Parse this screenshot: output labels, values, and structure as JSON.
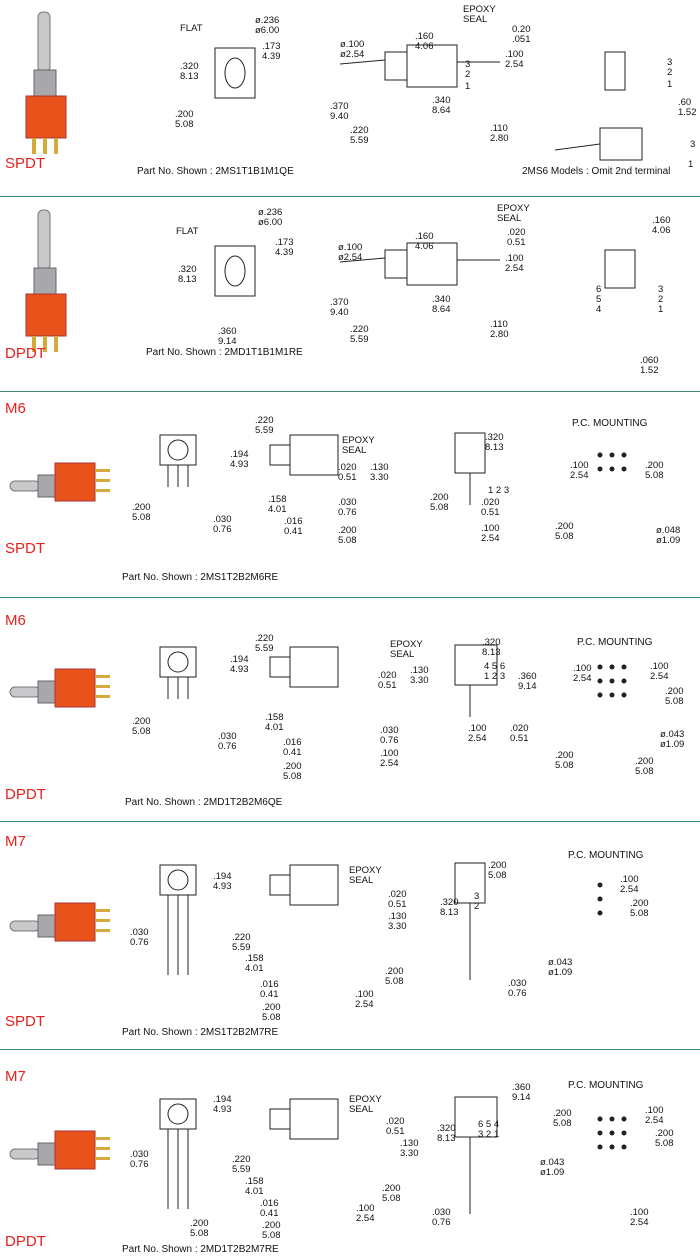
{
  "colors": {
    "accent": "#e8201c",
    "divider": "#3a8f6a",
    "body": "#e8531c"
  },
  "sections": [
    {
      "type_label": "SPDT",
      "model_label": "",
      "part_no": "Part No. Shown : 2MS1T1B1M1QE",
      "note": "2MS6 Models : Omit 2nd terminal",
      "pc_mounting": "",
      "dims": [
        [
          "ø.236",
          "ø6.00"
        ],
        [
          "FLAT",
          ""
        ],
        [
          ".173",
          "4.39"
        ],
        [
          ".320",
          "8.13"
        ],
        [
          ".200",
          "5.08"
        ],
        [
          ".160",
          "4.06"
        ],
        [
          "EPOXY",
          "SEAL"
        ],
        [
          "0.20",
          ".051"
        ],
        [
          "ø.100",
          "ø2.54"
        ],
        [
          ".100",
          "2.54"
        ],
        [
          ".370",
          "9.40"
        ],
        [
          ".340",
          "8.64"
        ],
        [
          ".220",
          "5.59"
        ],
        [
          ".110",
          "2.80"
        ],
        [
          "3",
          "2"
        ],
        [
          "1",
          ""
        ],
        [
          "3",
          "2"
        ],
        [
          "1",
          ""
        ],
        [
          ".60",
          "1.52"
        ],
        [
          "3",
          ""
        ],
        [
          "1",
          ""
        ]
      ]
    },
    {
      "type_label": "DPDT",
      "model_label": "",
      "part_no": "Part No. Shown : 2MD1T1B1M1RE",
      "note": "",
      "pc_mounting": "",
      "dims": [
        [
          "ø.236",
          "ø6.00"
        ],
        [
          "FLAT",
          ""
        ],
        [
          ".173",
          "4.39"
        ],
        [
          ".320",
          "8.13"
        ],
        [
          ".360",
          "9.14"
        ],
        [
          ".160",
          "4.06"
        ],
        [
          "EPOXY",
          "SEAL"
        ],
        [
          ".020",
          "0.51"
        ],
        [
          "ø.100",
          "ø2.54"
        ],
        [
          ".100",
          "2.54"
        ],
        [
          ".370",
          "9.40"
        ],
        [
          ".340",
          "8.64"
        ],
        [
          ".220",
          "5.59"
        ],
        [
          ".110",
          "2.80"
        ],
        [
          "6",
          "5"
        ],
        [
          "4",
          ""
        ],
        [
          "3",
          "2"
        ],
        [
          "1",
          ""
        ],
        [
          ".160",
          "4.06"
        ],
        [
          ".060",
          "1.52"
        ]
      ]
    },
    {
      "type_label": "SPDT",
      "model_label": "M6",
      "part_no": "Part No. Shown : 2MS1T2B2M6RE",
      "note": "",
      "pc_mounting": "P.C. MOUNTING",
      "dims": [
        [
          ".220",
          "5.59"
        ],
        [
          ".194",
          "4.93"
        ],
        [
          "EPOXY",
          "SEAL"
        ],
        [
          ".020",
          "0.51"
        ],
        [
          ".130",
          "3.30"
        ],
        [
          ".158",
          "4.01"
        ],
        [
          ".016",
          "0.41"
        ],
        [
          ".030",
          "0.76"
        ],
        [
          ".200",
          "5.08"
        ],
        [
          ".200",
          "5.08"
        ],
        [
          ".030",
          "0.76"
        ],
        [
          ".320",
          "8.13"
        ],
        [
          ".200",
          "5.08"
        ],
        [
          ".020",
          "0.51"
        ],
        [
          ".100",
          "2.54"
        ],
        [
          "1 2 3",
          ""
        ],
        [
          ".100",
          "2.54"
        ],
        [
          ".200",
          "5.08"
        ],
        [
          ".200",
          "5.08"
        ],
        [
          "ø.048",
          "ø1.09"
        ]
      ]
    },
    {
      "type_label": "DPDT",
      "model_label": "M6",
      "part_no": "Part No. Shown : 2MD1T2B2M6QE",
      "note": "",
      "pc_mounting": "P.C. MOUNTING",
      "dims": [
        [
          ".220",
          "5.59"
        ],
        [
          ".194",
          "4.93"
        ],
        [
          "EPOXY",
          "SEAL"
        ],
        [
          ".020",
          "0.51"
        ],
        [
          ".130",
          "3.30"
        ],
        [
          ".158",
          "4.01"
        ],
        [
          ".016",
          "0.41"
        ],
        [
          ".030",
          "0.76"
        ],
        [
          ".100",
          "2.54"
        ],
        [
          ".200",
          "5.08"
        ],
        [
          ".200",
          "5.08"
        ],
        [
          ".030",
          "0.76"
        ],
        [
          ".320",
          "8.13"
        ],
        [
          "4 5 6",
          "1 2 3"
        ],
        [
          ".360",
          "9.14"
        ],
        [
          ".100",
          "2.54"
        ],
        [
          ".020",
          "0.51"
        ],
        [
          ".100",
          "2.54"
        ],
        [
          ".100",
          "2.54"
        ],
        [
          ".200",
          "5.08"
        ],
        [
          ".200",
          "5.08"
        ],
        [
          ".200",
          "5.08"
        ],
        [
          "ø.043",
          "ø1.09"
        ]
      ]
    },
    {
      "type_label": "SPDT",
      "model_label": "M7",
      "part_no": "Part No. Shown : 2MS1T2B2M7RE",
      "note": "",
      "pc_mounting": "P.C. MOUNTING",
      "dims": [
        [
          ".194",
          "4.93"
        ],
        [
          "EPOXY",
          "SEAL"
        ],
        [
          ".020",
          "0.51"
        ],
        [
          ".130",
          "3.30"
        ],
        [
          ".030",
          "0.76"
        ],
        [
          ".220",
          "5.59"
        ],
        [
          ".158",
          "4.01"
        ],
        [
          ".016",
          "0.41"
        ],
        [
          ".200",
          "5.08"
        ],
        [
          ".200",
          "5.08"
        ],
        [
          ".100",
          "2.54"
        ],
        [
          ".200",
          "5.08"
        ],
        [
          ".320",
          "8.13"
        ],
        [
          "3",
          "2"
        ],
        [
          ".030",
          "0.76"
        ],
        [
          ".100",
          "2.54"
        ],
        [
          ".200",
          "5.08"
        ],
        [
          "ø.043",
          "ø1.09"
        ]
      ]
    },
    {
      "type_label": "DPDT",
      "model_label": "M7",
      "part_no": "Part No. Shown : 2MD1T2B2M7RE",
      "note": "",
      "pc_mounting": "P.C. MOUNTING",
      "dims": [
        [
          ".194",
          "4.93"
        ],
        [
          "EPOXY",
          "SEAL"
        ],
        [
          ".020",
          "0.51"
        ],
        [
          ".130",
          "3.30"
        ],
        [
          ".030",
          "0.76"
        ],
        [
          ".220",
          "5.59"
        ],
        [
          ".158",
          "4.01"
        ],
        [
          ".016",
          "0.41"
        ],
        [
          ".200",
          "5.08"
        ],
        [
          ".200",
          "5.08"
        ],
        [
          ".100",
          "2.54"
        ],
        [
          ".200",
          "5.08"
        ],
        [
          ".360",
          "9.14"
        ],
        [
          ".320",
          "8.13"
        ],
        [
          "6 5 4",
          "3 2 1"
        ],
        [
          ".030",
          "0.76"
        ],
        [
          ".200",
          "5.08"
        ],
        [
          ".100",
          "2.54"
        ],
        [
          ".200",
          "5.08"
        ],
        [
          "ø.043",
          "ø1.09"
        ],
        [
          ".100",
          "2.54"
        ]
      ]
    }
  ]
}
